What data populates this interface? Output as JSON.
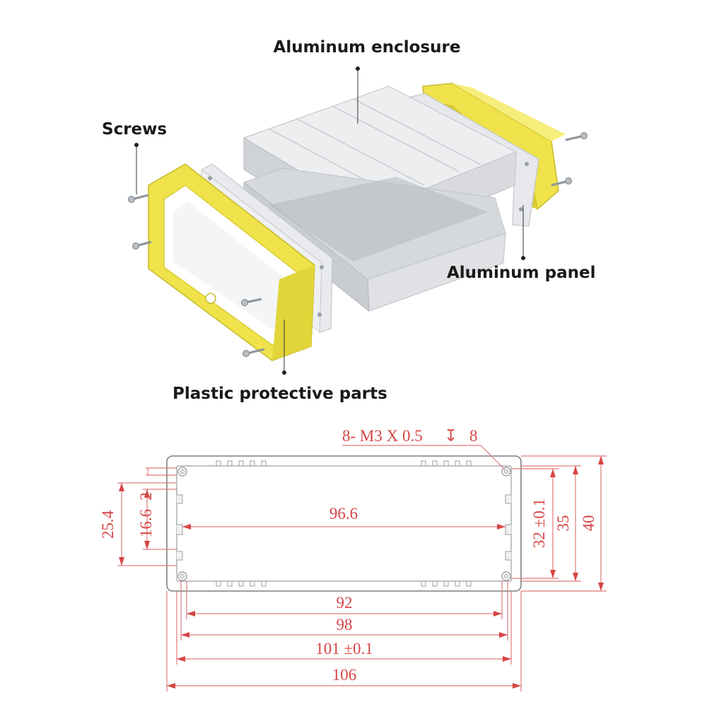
{
  "labels": {
    "enclosure": "Aluminum enclosure",
    "screws": "Screws",
    "panel": "Aluminum panel",
    "plastic": "Plastic protective parts"
  },
  "dimensions": {
    "thread": "8- M3 X 0.5",
    "thread_depth": "8",
    "inner_width": "96.6",
    "width_92": "92",
    "width_98": "98",
    "width_101": "101 ±0.1",
    "width_106": "106",
    "height_25_4": "25.4",
    "height_2": "2",
    "height_16_6": "16.6",
    "height_32": "32 ±0.1",
    "height_35": "35",
    "height_40": "40"
  },
  "colors": {
    "aluminum": "#e3e5e8",
    "plastic_yellow": "#efe24a",
    "dimension_red": "#d64545"
  }
}
